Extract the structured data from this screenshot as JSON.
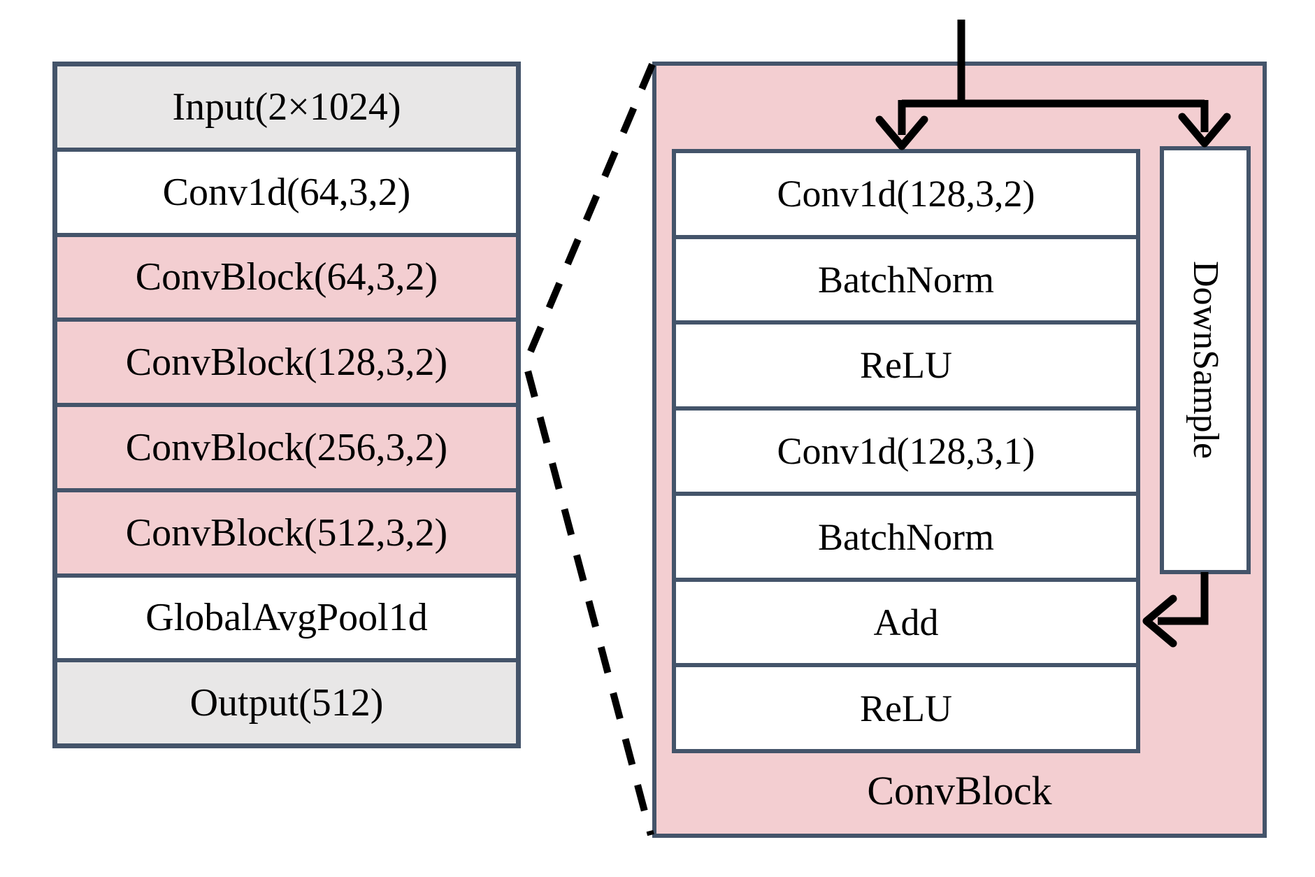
{
  "colors": {
    "pink": "#f3ced1",
    "gray": "#e8e7e7",
    "border": "#44546a",
    "line": "#000000"
  },
  "architecture": {
    "rows": [
      {
        "label": "Input(2×1024)",
        "fill": "gray"
      },
      {
        "label": "Conv1d(64,3,2)",
        "fill": "white"
      },
      {
        "label": "ConvBlock(64,3,2)",
        "fill": "pink"
      },
      {
        "label": "ConvBlock(128,3,2)",
        "fill": "pink"
      },
      {
        "label": "ConvBlock(256,3,2)",
        "fill": "pink"
      },
      {
        "label": "ConvBlock(512,3,2)",
        "fill": "pink"
      },
      {
        "label": "GlobalAvgPool1d",
        "fill": "white"
      },
      {
        "label": "Output(512)",
        "fill": "gray"
      }
    ]
  },
  "conv_block": {
    "label": "ConvBlock",
    "main_path": [
      "Conv1d(128,3,2)",
      "BatchNorm",
      "ReLU",
      "Conv1d(128,3,1)",
      "BatchNorm",
      "Add",
      "ReLU"
    ],
    "shortcut_label": "DownSample"
  }
}
